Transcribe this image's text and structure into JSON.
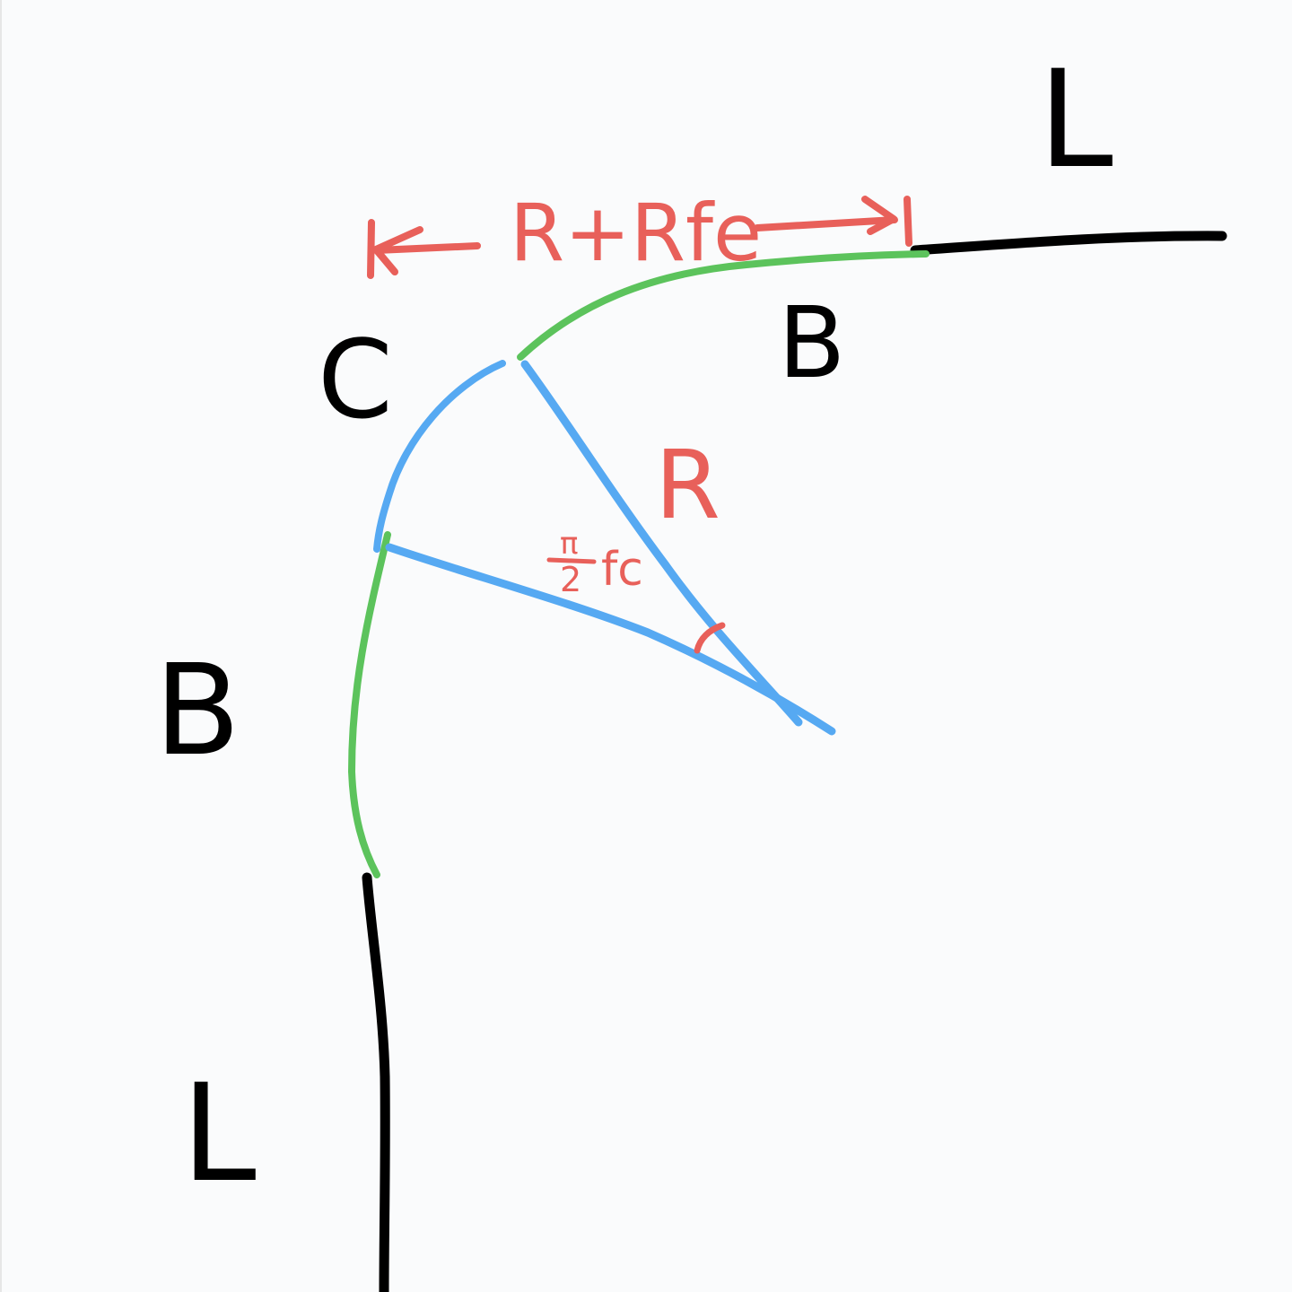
{
  "colors": {
    "background": "#fafbfc",
    "straight_line": "#000000",
    "transition_curve": "#5cc35c",
    "circular_arc": "#56a9f2",
    "annotation": "#e8605a"
  },
  "labels": {
    "straight_top": "L",
    "straight_bottom": "L",
    "transition_top": "B",
    "transition_left": "B",
    "arc": "C",
    "radius": "R",
    "span": "R+Rfe",
    "angle_numerator": "π",
    "angle_denominator": "2",
    "angle_factor": "fc"
  }
}
